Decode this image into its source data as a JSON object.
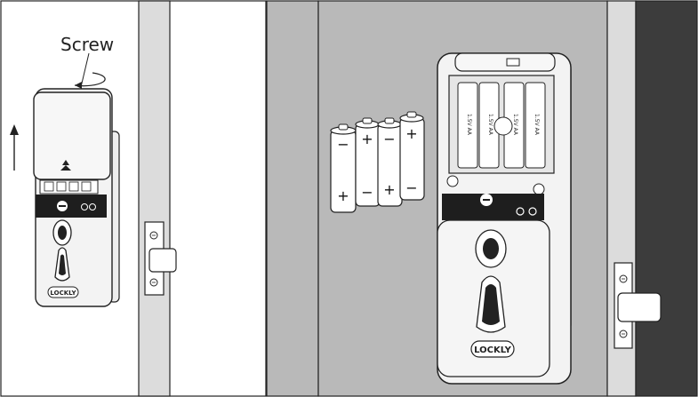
{
  "panel_left": {
    "callout": "Screw",
    "brand": "LOCKLY"
  },
  "panel_right": {
    "brand": "LOCKLY",
    "battery_cell_text": "1.5V AA",
    "batteries": [
      {
        "top_sign": "−",
        "bottom_sign": "+"
      },
      {
        "top_sign": "+",
        "bottom_sign": "−"
      },
      {
        "top_sign": "−",
        "bottom_sign": "+"
      },
      {
        "top_sign": "+",
        "bottom_sign": "−"
      }
    ]
  }
}
